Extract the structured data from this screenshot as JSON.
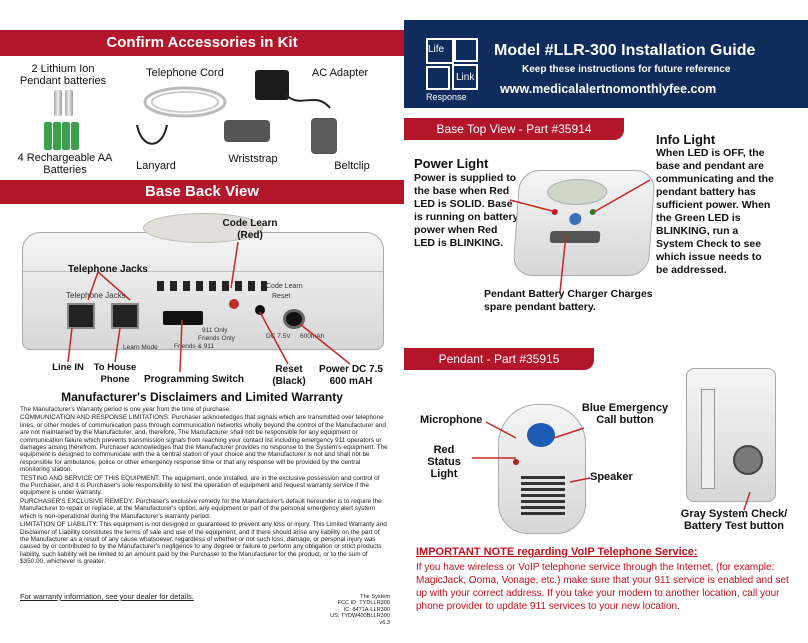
{
  "left": {
    "accessories_banner": "Confirm Accessories in Kit",
    "accessories": {
      "batteries_lithium": "2 Lithium Ion Pendant batteries",
      "phone_cord": "Telephone Cord",
      "ac_adapter": "AC Adapter",
      "batteries_aa": "4 Rechargeable AA Batteries",
      "lanyard": "Lanyard",
      "wriststrap": "Wriststrap",
      "beltclip": "Beltclip"
    },
    "back_banner": "Base Back View",
    "back": {
      "telephone_jacks": "Telephone Jacks",
      "device_telephone_jacks": "Telephone Jacks",
      "code_learn_red": "Code Learn (Red)",
      "device_code_learn": "Code Learn",
      "device_reset": "Reset",
      "device_911_only": "911 Only",
      "device_friends_only": "Friends Only",
      "device_friends_911": "Friends & 911",
      "device_learn_mode": "Learn Mode",
      "device_dc": "DC 7.5V",
      "device_ma": "600mAh",
      "line_in": "Line IN",
      "to_house_phone": "To House Phone",
      "programming_switch": "Programming Switch",
      "reset_black": "Reset (Black)",
      "power_dc": "Power DC 7.5 600 mAH"
    },
    "disclaimer": {
      "title": "Manufacturer's Disclaimers and Limited Warranty",
      "paragraphs": [
        "The Manufacturer's Warranty period is one year from the time of purchase.",
        "COMMUNICATION AND RESPONSE LIMITATIONS: Purchaser acknowledges that signals which are transmitted over telephone lines, or other modes of communication pass through communication networks wholly beyond the control of the Manufacturer and are not maintained by the Manufacturer, and, therefore, The Manufacturer shall not be responsible for any equipment or communication failure which prevents transmission signals from reaching your contact list including emergency 911 operators or damages arising therefrom. Purchaser acknowledges that the Manufacturer provides no response to the System's equipment. The equipment is designed to communicate with the a central station of your choice and the Manufacturer is not and shall not be responsible for ambulance, police or other emergency response time or that any response will be provided by the central monitoring station.",
        "TESTING AND SERVICE OF THIS EQUIPMENT: The equipment, once installed, are in the exclusive possession and control of the Purchaser, and it is Purchaser's sole responsibility to test the operation of equipment and request warranty service if the equipment is under warranty.",
        "PURCHASER'S EXCLUSIVE REMEDY: Purchaser's exclusive remedy for the Manufacturer's default hereunder is to require the Manufacturer to repair or replace, at the Manufacturer's option, any equipment or part of the personal emergency alert system which is non-operational during the Manufacturer's warranty period.",
        "LIMITATION OF LIABILITY: This equipment is not designed or guaranteed to prevent any loss or injury. This Limited Warranty and Disclaimer of Liability constitutes the terms of sale and use of the equipment, and if there should arise any liability on the part of the Manufacturer as a result of any cause whatsoever, regardless of whether or not such loss, damage, or personal injury was caused by or contributed to by the Manufacturer's negligence to any degree or failure to perform any obligation or strict products liability, such liability will be limited to an amount paid by the Purchaser to the Manufacturer for the product, or to the sum of $350.00, whichever is greater."
      ],
      "dealer_link": "For warranty information, see your dealer for details.",
      "fcc": [
        "The System",
        "FCC ID: TYDLLR300",
        "IC: 8471A-LLR300",
        "US: TYDW400BLLR300",
        "v6.3"
      ]
    }
  },
  "right": {
    "logo": {
      "life": "Life",
      "link": "Link",
      "response": "Response"
    },
    "title": "Model #LLR-300 Installation Guide",
    "subtitle": "Keep these instructions for future reference",
    "website": "www.medicalalertnomonthlyfee.com",
    "top_view_tab": "Base Top View - Part #35914",
    "power_light": {
      "title": "Power Light",
      "body": "Power is supplied to the base when Red LED is SOLID. Base is running on battery power when Red LED is BLINKING."
    },
    "info_light": {
      "title": "Info Light",
      "body": "When LED is OFF, the base and pendant are communicating and the pendant battery has sufficient power. When the Green LED is BLINKING, run a System Check to see which issue needs to be addressed."
    },
    "charger": "Pendant Battery Charger Charges spare pendant battery.",
    "pendant_tab": "Pendant - Part #35915",
    "pendant": {
      "microphone": "Microphone",
      "blue_button": "Blue Emergency Call button",
      "red_status": "Red Status Light",
      "speaker": "Speaker",
      "gray_button": "Gray System Check/ Battery Test button"
    },
    "voip": {
      "heading": "IMPORTANT NOTE regarding VoIP Telephone Service:",
      "body": "If you have wireless or VoIP telephone service through the Internet, (for example: MagicJack, Ooma, Vonage, etc.) make sure that your 911 service is enabled and set up with your correct address. If you take your modem to another location, call your phone provider to update 911 services to your new location."
    }
  },
  "colors": {
    "brand_red": "#b3162a",
    "navy": "#0f2c5c",
    "link_red": "#c1121f"
  }
}
